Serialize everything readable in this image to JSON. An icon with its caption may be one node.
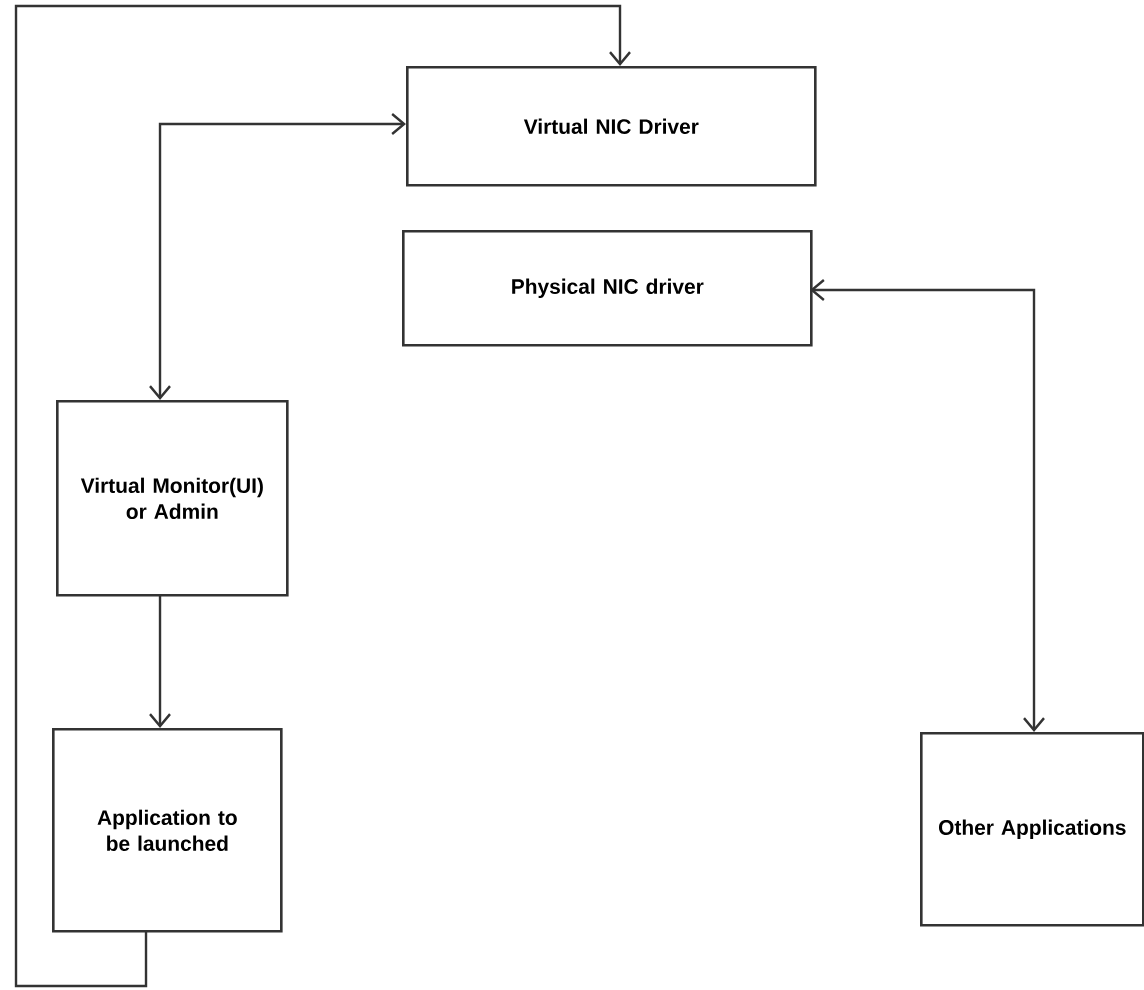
{
  "diagram": {
    "nodes": [
      {
        "text": [
          "Virtual NIC Driver"
        ]
      },
      {
        "text": [
          "Physical NIC driver"
        ]
      },
      {
        "text": [
          "Virtual Monitor(UI) or Admin"
        ]
      },
      {
        "text": [
          "Application to be launched"
        ]
      },
      {
        "text": [
          "Other Applications"
        ]
      }
    ],
    "edges": [
      {
        "from": 0,
        "to": 2,
        "arrow": "both"
      },
      {
        "from": 1,
        "to": 4,
        "arrow": "both"
      },
      {
        "from": 2,
        "to": 3,
        "arrow": "to"
      },
      {
        "from": 3,
        "to": 0,
        "arrow": "to"
      }
    ]
  }
}
